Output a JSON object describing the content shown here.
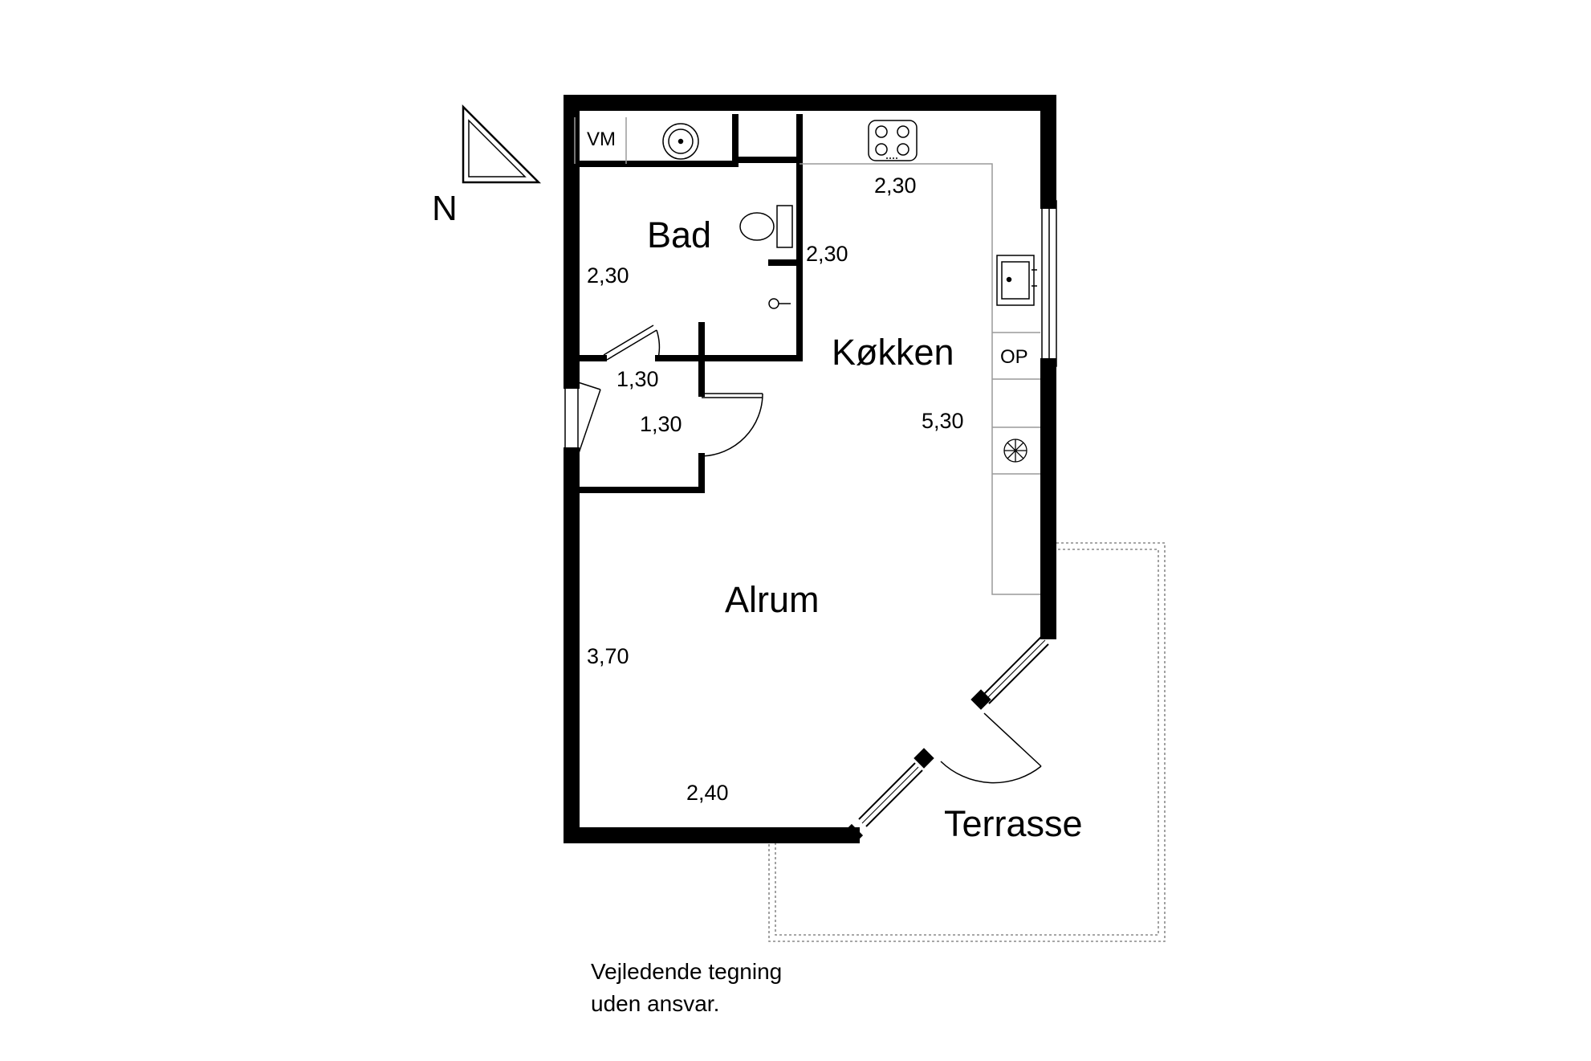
{
  "colors": {
    "wall": "#000000",
    "background": "#ffffff",
    "fixture_line": "#9a9a9a",
    "terrace_line": "#8a8a8a"
  },
  "north_arrow": {
    "label": "N",
    "icon": "north-arrow-icon"
  },
  "rooms": {
    "bad": "Bad",
    "kokken": "Køkken",
    "alrum": "Alrum",
    "terrasse": "Terrasse"
  },
  "fixtures": {
    "vm": "VM",
    "op": "OP",
    "icons": [
      "sink-icon",
      "cooktop-icon",
      "toilet-icon",
      "shower-drain-icon",
      "kitchen-sink-icon",
      "fan-icon"
    ]
  },
  "dimensions": {
    "kokken_top": "2,30",
    "bad_right": "2,30",
    "bad_left": "2,30",
    "hall_top": "1,30",
    "hall_bottom": "1,30",
    "kokken_right": "5,30",
    "alrum_left": "3,70",
    "alrum_bottom": "2,40"
  },
  "disclaimer": {
    "line1": "Vejledende tegning",
    "line2": "uden ansvar."
  }
}
